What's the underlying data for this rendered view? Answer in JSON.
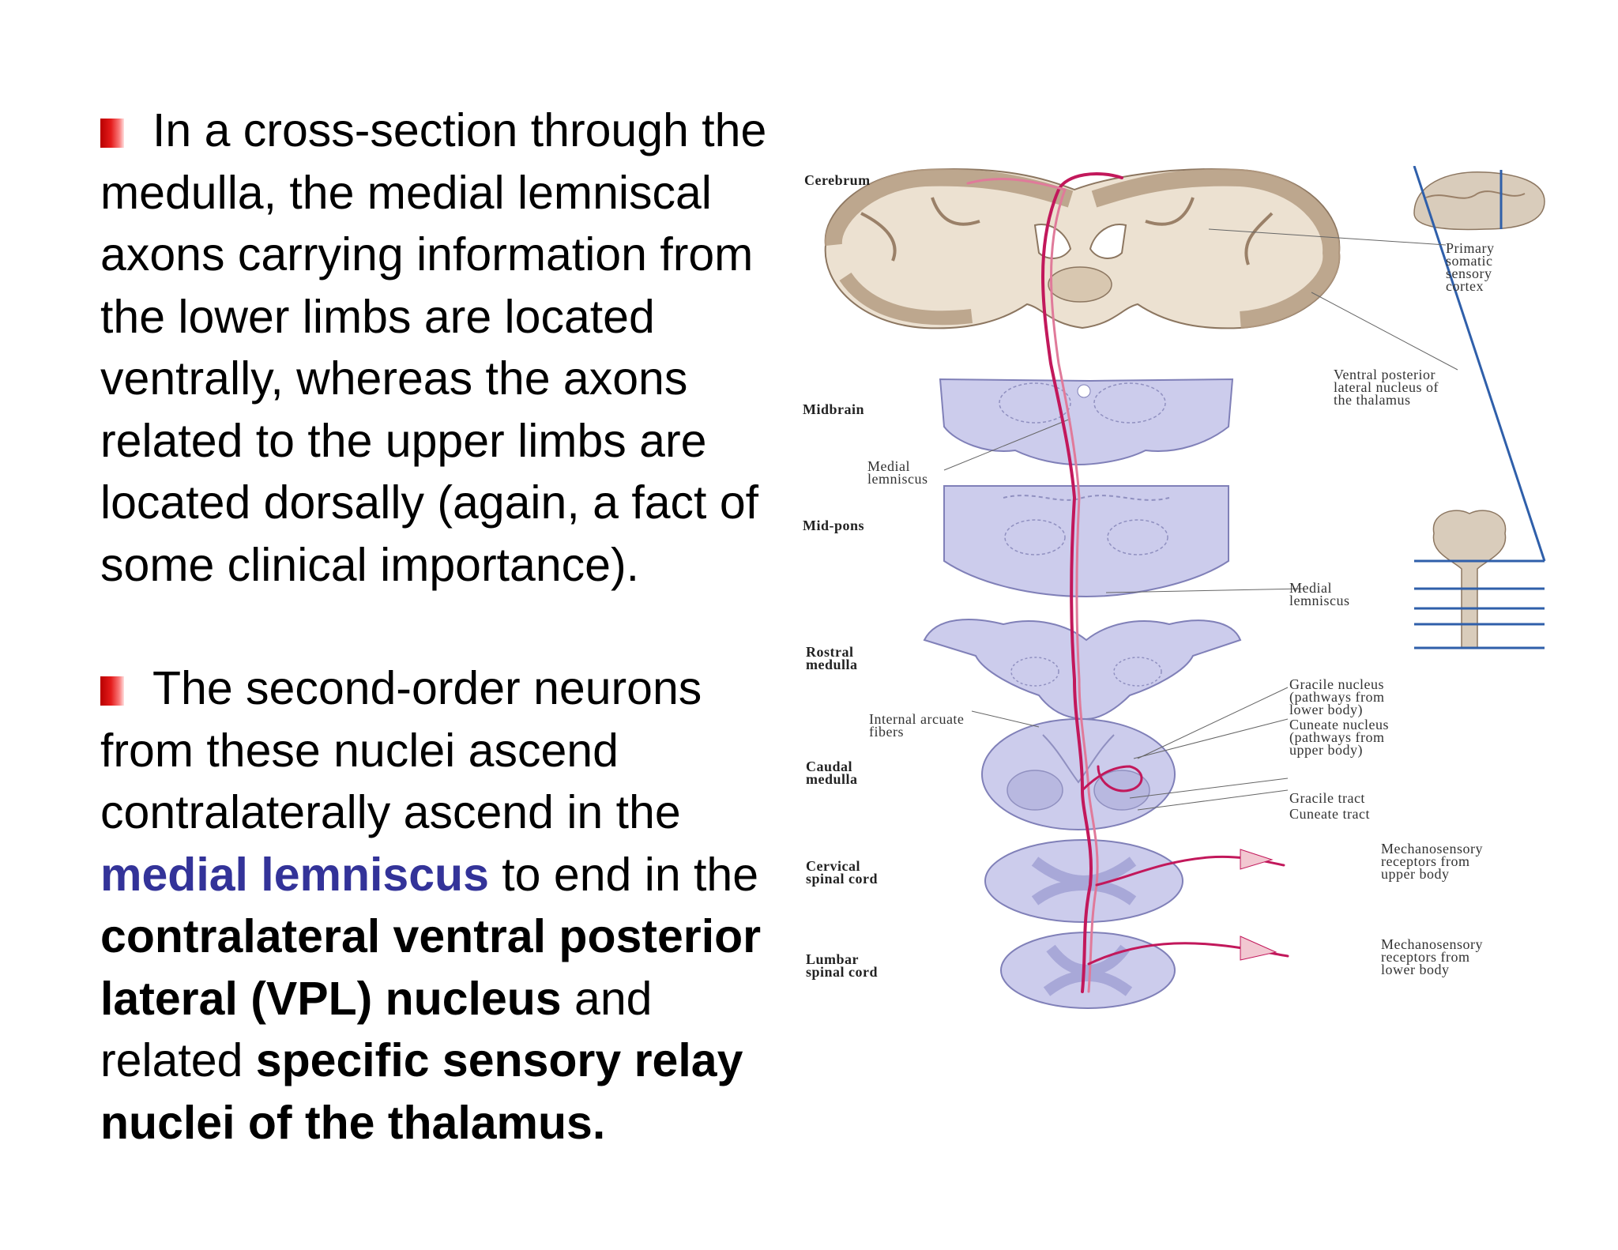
{
  "paragraphs": [
    {
      "runs": [
        {
          "text": "In a cross-section through the medulla, the medial lemniscal axons carrying information from the lower limbs are located ventrally, whereas the axons related to the upper limbs are located dorsally (again, a fact of some clinical importance).",
          "style": "normal"
        }
      ]
    },
    {
      "runs": [
        {
          "text": "The second-order neurons from these nuclei ascend contralaterally ascend in the ",
          "style": "normal"
        },
        {
          "text": "medial lemniscus",
          "style": "highlight"
        },
        {
          "text": " to end in the ",
          "style": "normal"
        },
        {
          "text": "contralateral ventral posterior lateral (VPL) nucleus",
          "style": "bold"
        },
        {
          "text": " and related ",
          "style": "normal"
        },
        {
          "text": "specific sensory relay nuclei of the thalamus.",
          "style": "bold"
        }
      ]
    }
  ],
  "figure": {
    "level_labels": {
      "cerebrum": "Cerebrum",
      "midbrain": "Midbrain",
      "mid_pons": "Mid-pons",
      "rostral_medulla": "Rostral\nmedulla",
      "caudal_medulla": "Caudal\nmedulla",
      "cervical": "Cervical\nspinal cord",
      "lumbar": "Lumbar\nspinal cord"
    },
    "callouts": {
      "primary_cortex": "Primary\nsomatic\nsensory\ncortex",
      "vpl": "Ventral posterior\nlateral nucleus of\nthe thalamus",
      "medial_lemniscus_left": "Medial\nlemniscus",
      "medial_lemniscus_right": "Medial\nlemniscus",
      "internal_arcuate": "Internal arcuate\nfibers",
      "gracile_nucleus": "Gracile nucleus\n(pathways from\nlower body)",
      "cuneate_nucleus": "Cuneate nucleus\n(pathways from\nupper body)",
      "gracile_tract": "Gracile tract",
      "cuneate_tract": "Cuneate tract",
      "mech_upper": "Mechanosensory\nreceptors from\nupper body",
      "mech_lower": "Mechanosensory\nreceptors from\nlower body"
    },
    "colors": {
      "pathway": "#c2185b",
      "pathway_light": "#e07a9a",
      "tissue": "#ccccec",
      "tissue_dark": "#a8a8d8",
      "brain_gray": "#bba58f",
      "brain_white": "#ece1d1",
      "inset_line": "#2f5faa"
    }
  }
}
